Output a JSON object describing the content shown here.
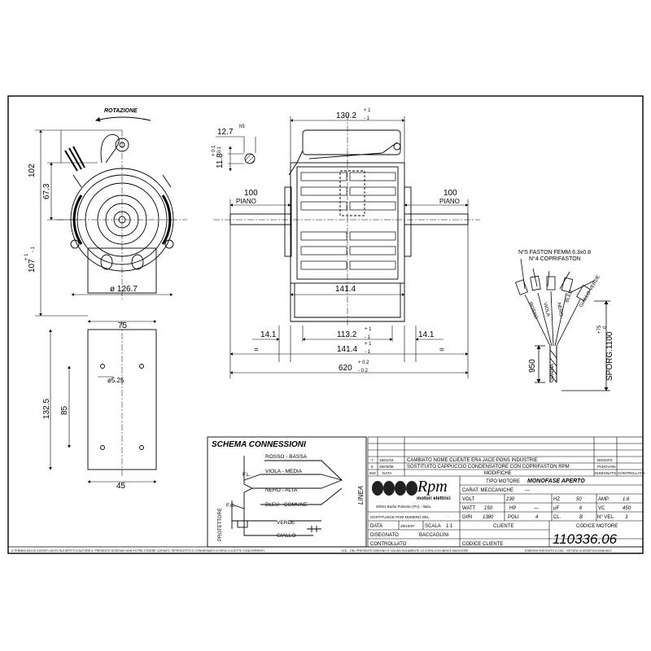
{
  "title_block": {
    "revisions": [
      {
        "num": "7",
        "date": "16/01/18",
        "text": "CAMBIATO NOME CLIENTE ERA JACE PONS INDUSTRIE",
        "drawn": "BONATO"
      },
      {
        "num": "6",
        "date": "26/03/08",
        "text": "SOSTITUITO CAPPUCCIO CONDENSATORE CON COPRIFASTON RPM",
        "drawn": "PADOVANI"
      }
    ],
    "rev_header": {
      "num": "IND",
      "date": "DATA",
      "text": "MODIFICHE",
      "drawn": "DISEGNATO",
      "checked": "CONTROLLATO"
    },
    "company": "Rpm",
    "company_sub": "motori elettrici",
    "company_addr": "40021 Bodio Pulveino (Po) - Italia",
    "tipo_motore_label": "TIPO MOTORE",
    "tipo_motore": "MONOFASE APERTO",
    "carat_label": "CARAT. MECCANICHE",
    "carat_value": "—",
    "volt_label": "VOLT",
    "volt": "230",
    "hz_label": "HZ",
    "hz": "50",
    "amp_label": "AMP.",
    "amp": "1.6",
    "watt_label": "WATT",
    "watt": "150",
    "hp_label": "HP",
    "hp": "—",
    "uf_label": "µF",
    "uf": "6",
    "vc_label": "VC",
    "vc": "450",
    "giri_label": "GIRI",
    "giri": "1380",
    "poli_label": "POLI",
    "poli": "4",
    "cl_label": "CL.",
    "cl": "B",
    "vel_label": "N° VEL.",
    "vel": "3",
    "sostituisce_label": "SOSTITUISCE PARI NUMERO DEL",
    "sostituisce": "-",
    "cliente_label": "CLIENTE",
    "data_label": "DATA",
    "data": "28/10/97",
    "scala_label": "SCALA",
    "scala": "1:1",
    "disegnato_label": "DISEGNATO",
    "disegnato": "BACCAGLINI",
    "controllato_label": "CONTROLLATO",
    "codice_cliente_label": "CODICE CLIENTE",
    "codice_motore_label": "CODICE MOTORE",
    "codice_motore": "110336.06"
  },
  "schema": {
    "title": "SCHEMA CONNESSIONI",
    "wires": [
      "ROSSO - BASSA",
      "VIOLA - MEDIA",
      "NERO - ALTA",
      "BLEU - COMUNE",
      "VERDE",
      "GIALLO"
    ],
    "fl": "F.L.",
    "fc": "F.C.",
    "protettore": "PROTETTORE",
    "linea": "LINEA"
  },
  "dims": {
    "rotazione": "ROTAZIONE",
    "d102": "102",
    "d67_3": "67.3",
    "d107": "107",
    "tol_p1": "+ 1",
    "tol_m1": "- 1",
    "tol_p01": "+ 0.1",
    "tol_m01": "- 0.1",
    "tol_p02": "+ 0.2",
    "tol_m02": "- 0.2",
    "dia126": "ø 126.7",
    "d75": "75",
    "d12_7": "12.7",
    "h5": "h5",
    "d11_8": "11.8",
    "d130_2": "130.2",
    "d100": "100",
    "piano": "PIANO",
    "d141_4": "141.4",
    "d14_1": "14.1",
    "d113_2": "113.2",
    "eq": "=",
    "d620": "620",
    "dia5_25": "ø5.25",
    "d85": "85",
    "d132_5": "132.5",
    "d45": "45",
    "faston1": "N°5 FASTON FEMM.6.3x0.8",
    "faston2": "N°4 COPRIFASTON",
    "colors": [
      "ROSSO",
      "VIOLA",
      "NERO",
      "BLEU",
      "GIALLO-VERDE"
    ],
    "d950": "950",
    "guaina": "GUAINA",
    "sporg": "SPORG.1100",
    "sporg_tol_p": "+75",
    "sporg_tol_m": "0"
  },
  "footer": {
    "left": "A TERMINI DELLE VIGENTI LEGGI SUI DIRITTI D'AUTORE IL PRESENTE DISEGNO NON POTRA' ESSERE COPIATO, RIPRODOTTO O CONSEGNATO A TERZI O A DITTE CONCORRENTI.",
    "mid": "N.B. - DEL PRESENTE DISEGNO E' VALIDA SOLAMENTE LA COPIA CON INDICE MAGGIORE.",
    "right": "DISEGNO ESEGUITO A CAD - VIETATA LA MODIFICA MANUALE"
  }
}
